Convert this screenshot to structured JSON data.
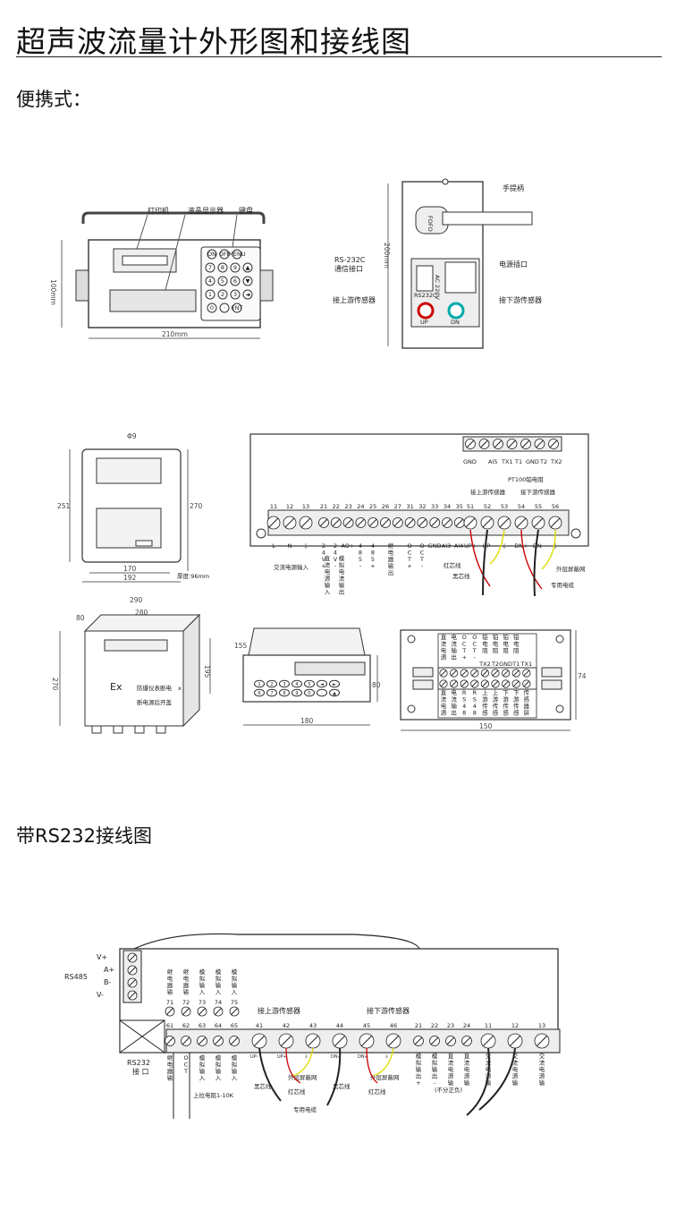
{
  "title": "超声波流量计外形图和接线图",
  "portable": {
    "heading": "便携式：",
    "front_labels": {
      "printer": "打印机",
      "lcd": "液晶显示器",
      "keypad": "键盘"
    },
    "front_dims": {
      "width": "210mm",
      "height": "100mm"
    },
    "keys": [
      "ON",
      "OFF",
      "MENU",
      "7",
      "8",
      "9",
      "▲",
      "4",
      "5",
      "6",
      "▼",
      "1",
      "2",
      "3",
      "◄",
      "0",
      "·",
      "ENT"
    ],
    "side_labels": {
      "handle": "手提柄",
      "rs232": "RS-232C",
      "rs232b": "通信接口",
      "power": "电源插口",
      "upstream": "接上游传感器",
      "downstream": "接下游传感器",
      "rs232_port": "RS232C",
      "ac": "AC 220V",
      "up": "UP",
      "dn": "DN",
      "handle_text": "FOFO"
    },
    "side_dims": {
      "height": "200mm"
    }
  },
  "wall": {
    "dim_top": "Φ9",
    "dims": {
      "h1": "251",
      "h2": "270",
      "w1": "170",
      "w2": "192",
      "thick": "厚度:96mm"
    }
  },
  "terminal_board": {
    "top_labels": [
      "GND",
      "AI5",
      "TX1",
      "T1",
      "GND",
      "T2",
      "TX2"
    ],
    "pt100": "PT100铂电阻",
    "up_label": "接上游传感器",
    "down_label": "接下游传感器",
    "numbers": [
      "11",
      "12",
      "13",
      "21",
      "22",
      "23",
      "24",
      "25",
      "26",
      "27",
      "31",
      "32",
      "33",
      "34",
      "35",
      "51",
      "52",
      "53",
      "54",
      "55",
      "56"
    ],
    "bottom_labels": [
      "L",
      "N",
      "⏚",
      "24V+",
      "24V-",
      "AO+",
      "485-",
      "485+",
      "继电器输出",
      "OCT+",
      "OCT-",
      "GND",
      "AI3",
      "AI4",
      "UP+",
      "UP-",
      "⏚",
      "DN+",
      "DN-",
      "⏚"
    ],
    "ac_input": "交流电源输入",
    "dc_input": "直流电源输入",
    "analog_out": "模拟电流输出",
    "relay_out": "继电器输出",
    "red_wire": "红芯线",
    "black_wire": "黑芯线",
    "shield": "外层屏蔽网",
    "cable": "专用电缆"
  },
  "explosion": {
    "dims": {
      "w1": "290",
      "w2": "280",
      "d": "80",
      "h": "270",
      "side": "195"
    },
    "ex_mark": "Ex",
    "warning1": "防爆仪表断电",
    "warning2": "断电源后开盖",
    "warning_x": "x"
  },
  "panel": {
    "dims": {
      "depth": "155",
      "height": "80",
      "width": "180"
    },
    "keys": [
      "1",
      "2",
      "3",
      "4",
      "5",
      "◄",
      "►",
      "6",
      "7",
      "8",
      "9",
      "0",
      "·",
      "▲"
    ]
  },
  "rear": {
    "dims": {
      "width": "150",
      "height": "74"
    },
    "top_row": [
      "直流电源输入",
      "电流输出（+）",
      "OCT+",
      "OCT-",
      "铂电阻",
      "铂电阻",
      "铂电阻",
      "铂电阻"
    ],
    "top_codes": [
      "",
      "",
      "",
      "",
      "TX2",
      "T2",
      "GND",
      "T1",
      "TX1"
    ],
    "bottom_row": [
      "直流电源输入",
      "电流输出（-）",
      "RS485+",
      "RS485-",
      "上游传感器(红)",
      "上游传感器(黑)",
      "下游传感器(红)",
      "下游传感器(黑)",
      "传感器屏蔽"
    ]
  },
  "rs232_section": {
    "heading": "带RS232接线图",
    "rs485": "RS485",
    "pins": [
      "V+",
      "A+",
      "B-",
      "V-"
    ],
    "rs232_label": "RS232",
    "rs232_sub": "接 口",
    "up_label": "接上游传感器",
    "down_label": "接下游传感器",
    "nums": [
      "61",
      "62",
      "63",
      "64",
      "65",
      "41",
      "42",
      "43",
      "44",
      "45",
      "46",
      "21",
      "22",
      "23",
      "24",
      "11",
      "12",
      "13"
    ],
    "nums2": [
      "71",
      "72",
      "73",
      "74",
      "75"
    ],
    "top_cols": [
      "继电器输出",
      "继电器输出",
      "模拟输入AI3",
      "模拟输入AI4",
      "模拟输入AI5"
    ],
    "low_cols": [
      "继电器输出",
      "OCT",
      "模拟输入地",
      "模拟输入AI1",
      "模拟输入AI2"
    ],
    "labels_below": [
      "UP-",
      "UP+",
      "⏚",
      "DN-",
      "DN+",
      "⏚"
    ],
    "right_cols": [
      "模拟输出+",
      "模拟输出-",
      "直流电源输入",
      "直流电源输入",
      "交流电源输入",
      "交流电源输入",
      "交流电源输入"
    ],
    "no_polarity": "(不分正负)",
    "shield": "外层屏蔽网",
    "black": "黑芯线",
    "red": "红芯线",
    "cable": "专用电缆",
    "note": "上拉电阻1-10K"
  }
}
